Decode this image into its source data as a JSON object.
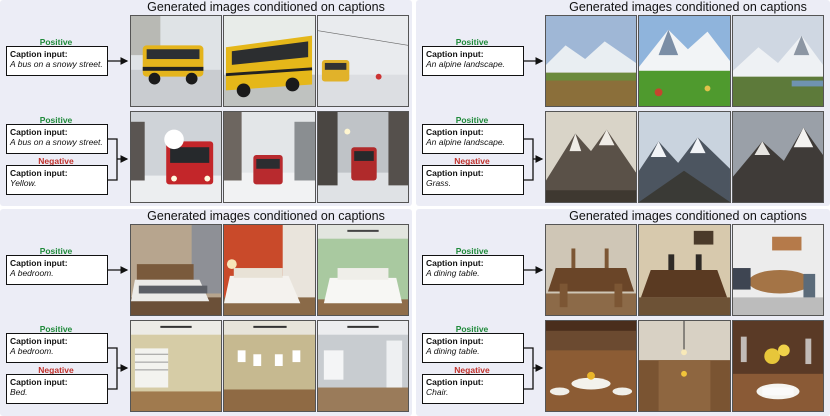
{
  "panels": [
    {
      "title": "Generated images conditioned on captions",
      "rows": [
        {
          "positive_label": "Positive",
          "positive_key": "Caption input:",
          "positive_value": "A bus on a snowy street."
        },
        {
          "positive_label": "Positive",
          "positive_key": "Caption input:",
          "positive_value": "A bus on a snowy street.",
          "negative_label": "Negative",
          "negative_key": "Caption input:",
          "negative_value": "Yellow."
        }
      ]
    },
    {
      "title": "Generated images conditioned on captions",
      "rows": [
        {
          "positive_label": "Positive",
          "positive_key": "Caption input:",
          "positive_value": "An alpine landscape."
        },
        {
          "positive_label": "Positive",
          "positive_key": "Caption input:",
          "positive_value": "An alpine landscape.",
          "negative_label": "Negative",
          "negative_key": "Caption input:",
          "negative_value": "Grass."
        }
      ]
    },
    {
      "title": "Generated images conditioned on captions",
      "rows": [
        {
          "positive_label": "Positive",
          "positive_key": "Caption input:",
          "positive_value": "A bedroom."
        },
        {
          "positive_label": "Positive",
          "positive_key": "Caption input:",
          "positive_value": "A bedroom.",
          "negative_label": "Negative",
          "negative_key": "Caption input:",
          "negative_value": "Bed."
        }
      ]
    },
    {
      "title": "Generated images conditioned on captions",
      "rows": [
        {
          "positive_label": "Positive",
          "positive_key": "Caption input:",
          "positive_value": "A dining table."
        },
        {
          "positive_label": "Positive",
          "positive_key": "Caption input:",
          "positive_value": "A dining table.",
          "negative_label": "Negative",
          "negative_key": "Caption input:",
          "negative_value": "Chair."
        }
      ]
    }
  ]
}
